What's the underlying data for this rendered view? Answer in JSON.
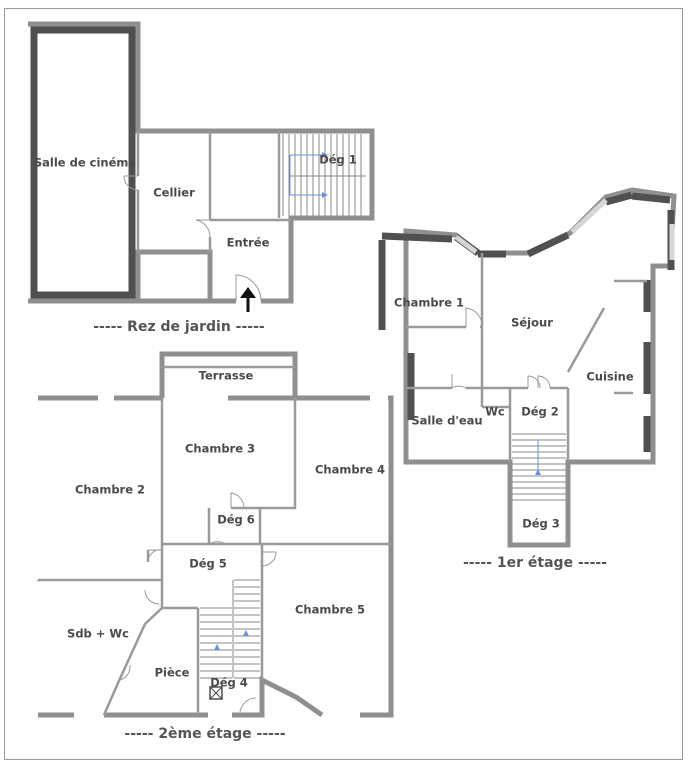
{
  "floors": {
    "rez": {
      "caption": "-----  Rez de jardin  -----",
      "rooms": {
        "salle_cinema": "Salle de cinéma",
        "cellier": "Cellier",
        "entree": "Entrée",
        "deg1": "Dég 1"
      }
    },
    "premier": {
      "caption": "-----  1er étage  -----",
      "rooms": {
        "chambre1": "Chambre 1",
        "sejour": "Séjour",
        "cuisine": "Cuisine",
        "salle_eau": "Salle d'eau",
        "wc": "Wc",
        "deg2": "Dég 2",
        "deg3": "Dég 3"
      }
    },
    "deuxieme": {
      "caption": "-----  2ème étage  -----",
      "rooms": {
        "terrasse": "Terrasse",
        "chambre3": "Chambre 3",
        "chambre4": "Chambre 4",
        "chambre2": "Chambre 2",
        "deg6": "Dég 6",
        "deg5": "Dég 5",
        "chambre5": "Chambre 5",
        "sdb_wc": "Sdb + Wc",
        "piece": "Pièce",
        "deg4": "Dég 4"
      }
    }
  }
}
